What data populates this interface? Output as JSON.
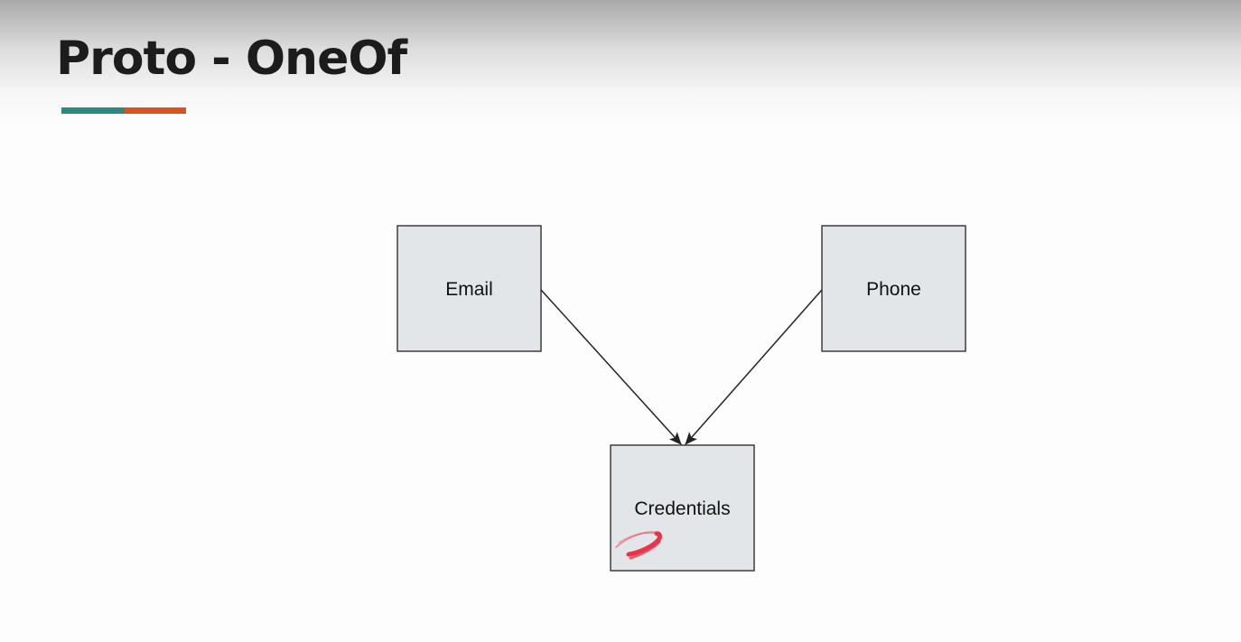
{
  "slide": {
    "title": "Proto - OneOf",
    "accent_colors": {
      "teal": "#2a8a7e",
      "orange": "#d9531e"
    }
  },
  "diagram": {
    "nodes": {
      "email": {
        "label": "Email"
      },
      "phone": {
        "label": "Phone"
      },
      "credentials": {
        "label": "Credentials"
      }
    },
    "edges": [
      {
        "from": "email",
        "to": "credentials"
      },
      {
        "from": "phone",
        "to": "credentials"
      }
    ],
    "colors": {
      "node_fill": "#e3e6e8",
      "node_stroke": "#222222",
      "edge": "#222222",
      "annotation": "#e8344a"
    }
  }
}
